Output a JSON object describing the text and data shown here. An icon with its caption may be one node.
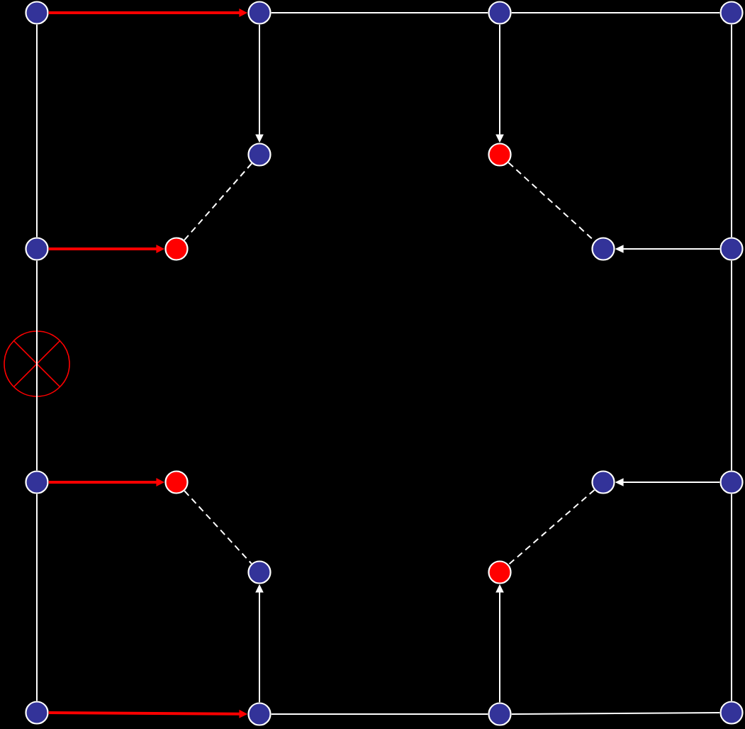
{
  "diagram": {
    "nodes": [
      {
        "text": [],
        "shape": "circle"
      },
      {
        "text": [],
        "shape": "circle"
      },
      {
        "text": [],
        "shape": "circle"
      },
      {
        "text": [],
        "shape": "circle"
      },
      {
        "text": [],
        "shape": "circle"
      },
      {
        "text": [],
        "shape": "circle"
      },
      {
        "text": [],
        "shape": "circle"
      },
      {
        "text": [],
        "shape": "circle"
      },
      {
        "text": [],
        "shape": "circle"
      },
      {
        "text": [],
        "shape": "circle"
      },
      {
        "text": [],
        "shape": "circle"
      },
      {
        "text": [],
        "shape": "circle"
      },
      {
        "text": [],
        "shape": "circle"
      },
      {
        "text": [],
        "shape": "circle"
      },
      {
        "text": [],
        "shape": "circle"
      },
      {
        "text": [],
        "shape": "circle"
      },
      {
        "text": [],
        "shape": "circle"
      },
      {
        "text": [],
        "shape": "circle"
      },
      {
        "text": [],
        "shape": "circle"
      },
      {
        "text": [],
        "shape": "circle"
      }
    ],
    "edges": [
      {
        "from": 0,
        "to": 1,
        "arrow": "to",
        "style": "thick",
        "color": "#ff0000"
      },
      {
        "from": 1,
        "to": 2,
        "arrow": "none"
      },
      {
        "from": 2,
        "to": 3,
        "arrow": "none"
      },
      {
        "from": 0,
        "to": 6,
        "arrow": "none"
      },
      {
        "from": 6,
        "to": 10,
        "arrow": "none"
      },
      {
        "from": 10,
        "to": 16,
        "arrow": "none"
      },
      {
        "from": 1,
        "to": 4,
        "arrow": "to"
      },
      {
        "from": 2,
        "to": 5,
        "arrow": "to"
      },
      {
        "from": 4,
        "to": 7,
        "arrow": "none",
        "style": "dashed"
      },
      {
        "from": 5,
        "to": 8,
        "arrow": "none",
        "style": "dashed"
      },
      {
        "from": 6,
        "to": 7,
        "arrow": "to",
        "style": "thick",
        "color": "#ff0000"
      },
      {
        "from": 3,
        "to": 9,
        "arrow": "none"
      },
      {
        "from": 9,
        "to": 8,
        "arrow": "to"
      },
      {
        "from": 9,
        "to": 13,
        "arrow": "none"
      },
      {
        "from": 13,
        "to": 12,
        "arrow": "to"
      },
      {
        "from": 10,
        "to": 11,
        "arrow": "to",
        "style": "thick",
        "color": "#ff0000"
      },
      {
        "from": 11,
        "to": 14,
        "arrow": "none",
        "style": "dashed"
      },
      {
        "from": 12,
        "to": 15,
        "arrow": "none",
        "style": "dashed"
      },
      {
        "from": 17,
        "to": 14,
        "arrow": "to"
      },
      {
        "from": 18,
        "to": 15,
        "arrow": "to"
      },
      {
        "from": 16,
        "to": 17,
        "arrow": "to",
        "style": "thick",
        "color": "#ff0000"
      },
      {
        "from": 17,
        "to": 18,
        "arrow": "none"
      },
      {
        "from": 18,
        "to": 19,
        "arrow": "none"
      },
      {
        "from": 13,
        "to": 19,
        "arrow": "none"
      }
    ]
  }
}
